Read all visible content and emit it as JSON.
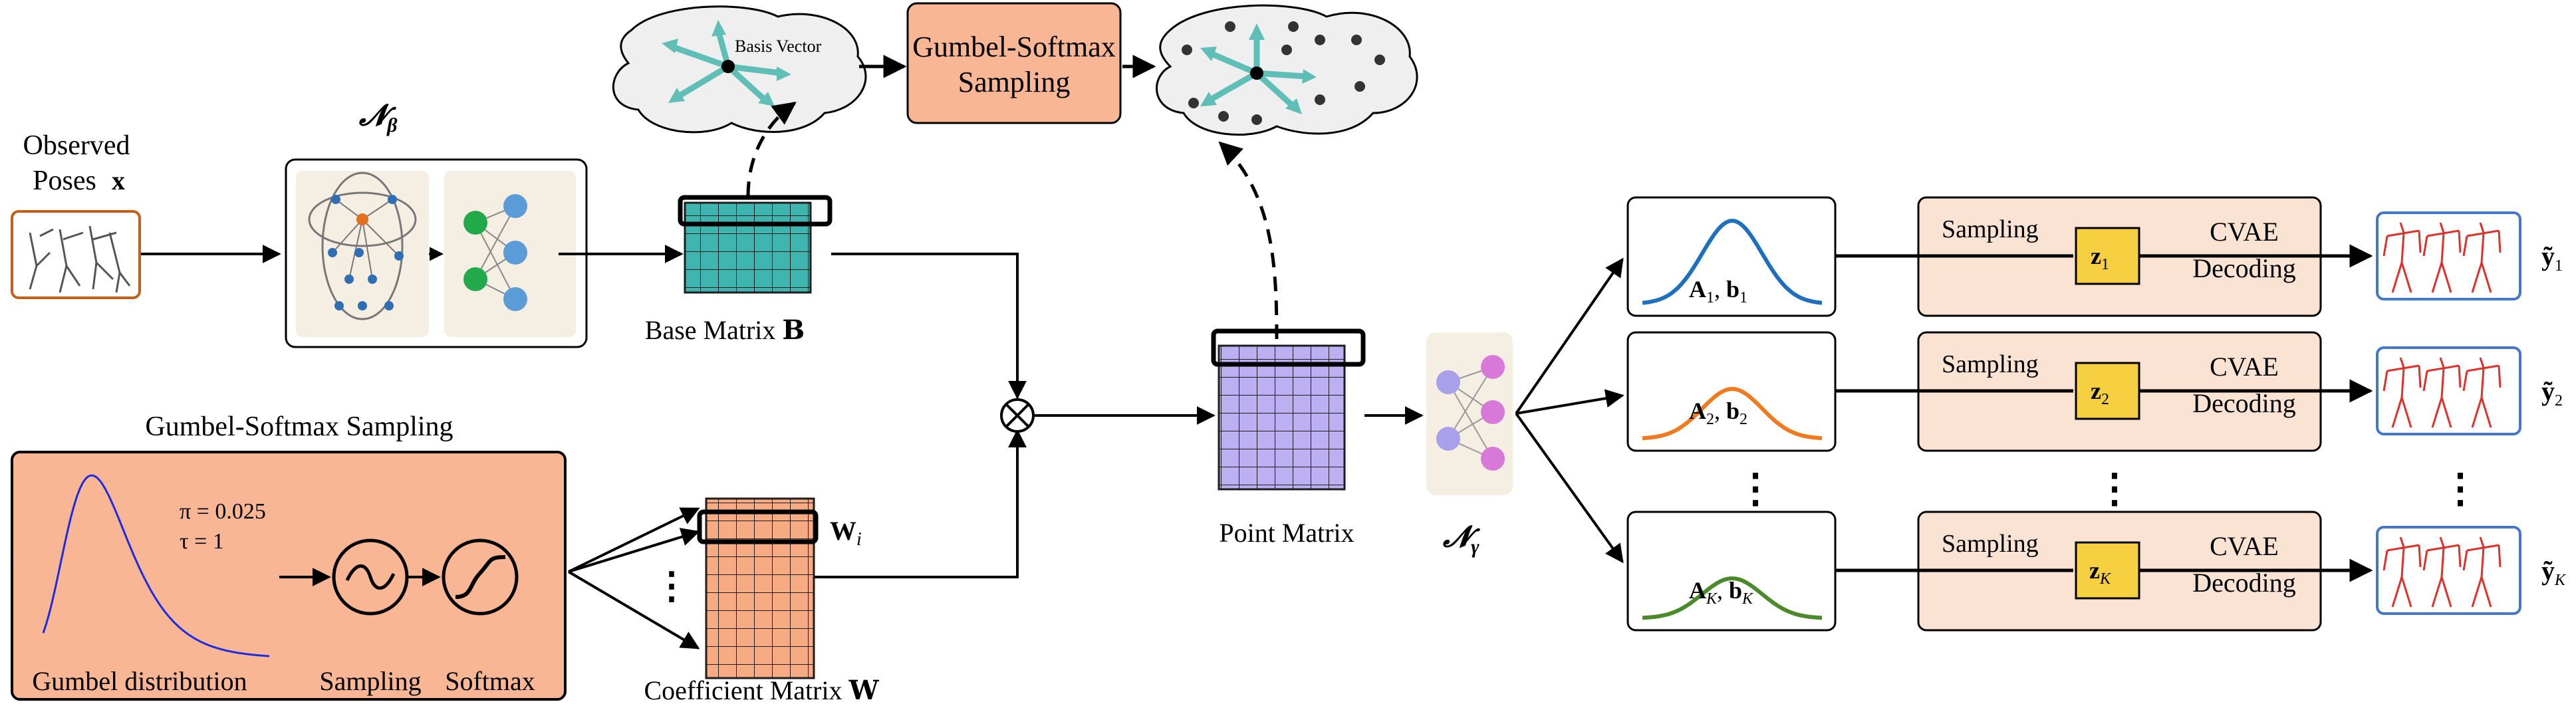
{
  "input": {
    "title_line1": "Observed",
    "title_line2": "Poses",
    "symbol": "x"
  },
  "n_beta": {
    "label": "𝓝",
    "subscript": "β"
  },
  "n_gamma": {
    "label": "𝓝",
    "subscript": "γ"
  },
  "base_matrix": {
    "label": "Base Matrix",
    "symbol": "B"
  },
  "coefficient_matrix": {
    "label": "Coefficient Matrix",
    "symbol": "W",
    "row_symbol": "W",
    "row_subscript": "i"
  },
  "point_matrix": {
    "label": "Point Matrix"
  },
  "basis_cloud": {
    "label": "Basis Vector"
  },
  "gumbel_top": {
    "line1": "Gumbel-Softmax",
    "line2": "Sampling"
  },
  "gumbel_panel": {
    "title": "Gumbel-Softmax Sampling",
    "pi": "π = 0.025",
    "tau": "τ = 1",
    "dist_label": "Gumbel distribution",
    "sampling_label": "Sampling",
    "softmax_label": "Softmax"
  },
  "branches": [
    {
      "params": "A",
      "params_sub": "1",
      "b_sub": "1",
      "z_sub": "1",
      "y_sub": "1",
      "color": "#1f6fbf"
    },
    {
      "params": "A",
      "params_sub": "2",
      "b_sub": "2",
      "z_sub": "2",
      "y_sub": "2",
      "color": "#f07a20"
    },
    {
      "params": "A",
      "params_sub": "K",
      "b_sub": "K",
      "z_sub": "K",
      "y_sub": "K",
      "color": "#4a8a2a"
    }
  ],
  "decoder": {
    "sampling": "Sampling",
    "cvae": "CVAE",
    "decoding": "Decoding",
    "z": "z",
    "y": "ỹ",
    "b": "b"
  },
  "ellipsis": "⋮",
  "colors": {
    "teal": "#3fb5b0",
    "orange_grid": "#f6ab82",
    "purple_grid": "#bcb0f2",
    "panel": "#f8b694",
    "decoder_bg": "#fbe3d3",
    "z_box": "#f6d040",
    "skeleton": "#e0302a",
    "frame_blue": "#4477cc",
    "input_frame": "#c0601c"
  }
}
